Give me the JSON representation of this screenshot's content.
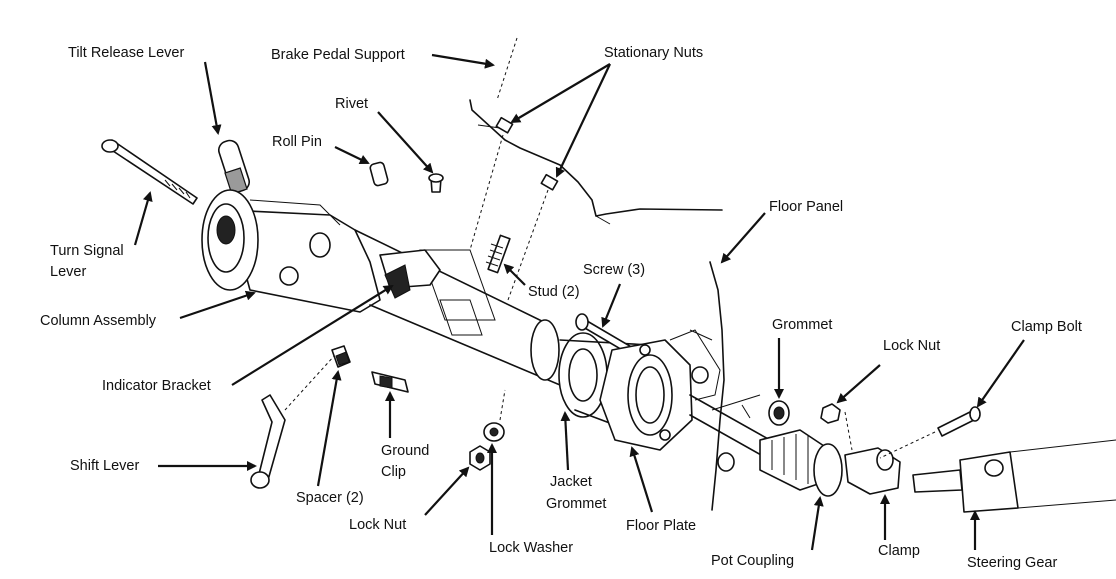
{
  "labels": {
    "tilt_release_lever": "Tilt Release Lever",
    "brake_pedal_support": "Brake Pedal Support",
    "stationary_nuts": "Stationary Nuts",
    "rivet": "Rivet",
    "roll_pin": "Roll Pin",
    "turn_signal_lever_1": "Turn Signal",
    "turn_signal_lever_2": "Lever",
    "floor_panel": "Floor Panel",
    "screw": "Screw (3)",
    "stud": "Stud (2)",
    "column_assembly": "Column Assembly",
    "grommet": "Grommet",
    "clamp_bolt": "Clamp Bolt",
    "lock_nut_right": "Lock Nut",
    "indicator_bracket": "Indicator Bracket",
    "ground_clip_1": "Ground",
    "ground_clip_2": "Clip",
    "shift_lever": "Shift Lever",
    "jacket_grommet_1": "Jacket",
    "jacket_grommet_2": "Grommet",
    "spacer": "Spacer (2)",
    "lock_nut_left": "Lock Nut",
    "floor_plate": "Floor Plate",
    "lock_washer": "Lock Washer",
    "pot_coupling": "Pot Coupling",
    "clamp": "Clamp",
    "steering_gear": "Steering Gear"
  }
}
